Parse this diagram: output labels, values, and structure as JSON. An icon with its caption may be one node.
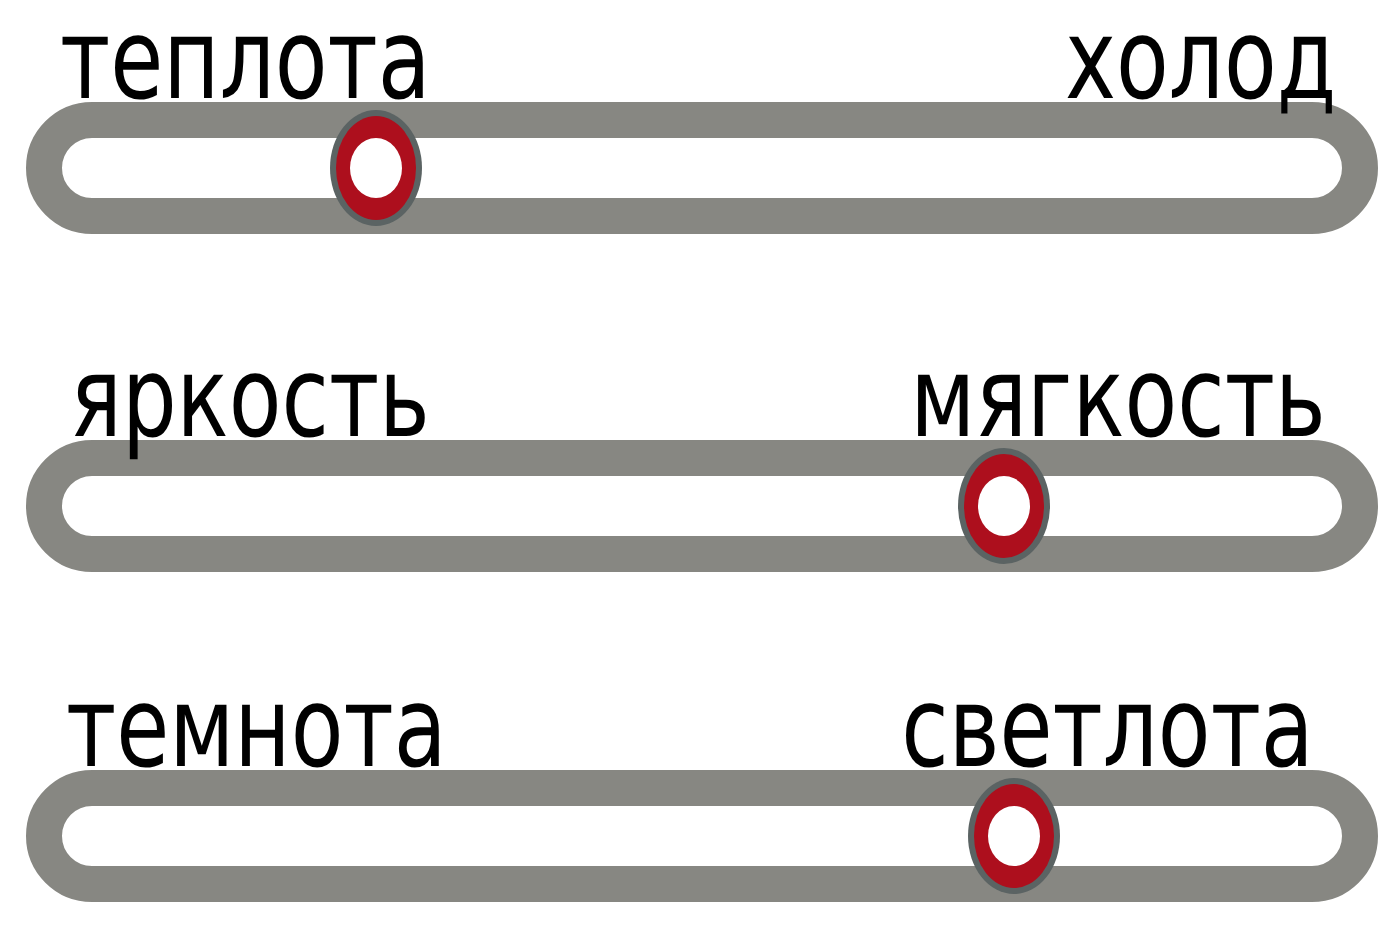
{
  "diagram": {
    "labels": [
      "теплота",
      "холод",
      "яркость",
      "мягкость",
      "темнота",
      "светлота"
    ]
  }
}
